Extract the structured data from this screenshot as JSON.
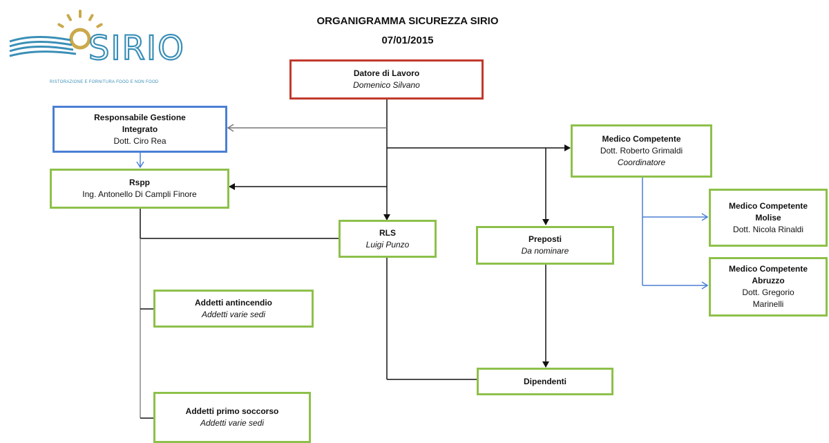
{
  "header": {
    "title": "ORGANIGRAMMA SICUREZZA SIRIO",
    "date": "07/01/2015"
  },
  "logo": {
    "name": "SIRIO",
    "tagline": "RISTORAZIONE E FORNITURA FOOD E NON FOOD",
    "colors": {
      "sun": "#c9a94a",
      "waves": "#3a8fb7",
      "text": "#3a8fb7"
    }
  },
  "colors": {
    "green_border": "#8dc04a",
    "red_border": "#c0392b",
    "blue_border": "#4a7fd4",
    "blue_connector": "#4a7fd4",
    "connector": "#111111",
    "gray_connector": "#888888"
  },
  "nodes": {
    "datore": {
      "role": "Datore di Lavoro",
      "name": "Domenico Silvano"
    },
    "resp_gestione": {
      "role_line1": "Responsabile Gestione",
      "role_line2": "Integrato",
      "name": "Dott. Ciro Rea"
    },
    "rspp": {
      "role": "Rspp",
      "name": "Ing. Antonello Di Campli Finore"
    },
    "rls": {
      "role": "RLS",
      "name": "Luigi Punzo"
    },
    "preposti": {
      "role": "Preposti",
      "name": "Da nominare"
    },
    "medico_coord": {
      "role": "Medico Competente",
      "name": "Dott. Roberto Grimaldi",
      "note": "Coordinatore"
    },
    "medico_molise": {
      "role_line1": "Medico Competente",
      "role_line2": "Molise",
      "name": "Dott. Nicola Rinaldi"
    },
    "medico_abruzzo": {
      "role_line1": "Medico Competente",
      "role_line2": "Abruzzo",
      "name_line1": "Dott. Gregorio",
      "name_line2": "Marinelli"
    },
    "antincendio": {
      "role": "Addetti antincendio",
      "note": "Addetti varie sedi"
    },
    "primo_soccorso": {
      "role": "Addetti primo soccorso",
      "note": "Addetti varie sedi"
    },
    "dipendenti": {
      "role": "Dipendenti"
    }
  }
}
